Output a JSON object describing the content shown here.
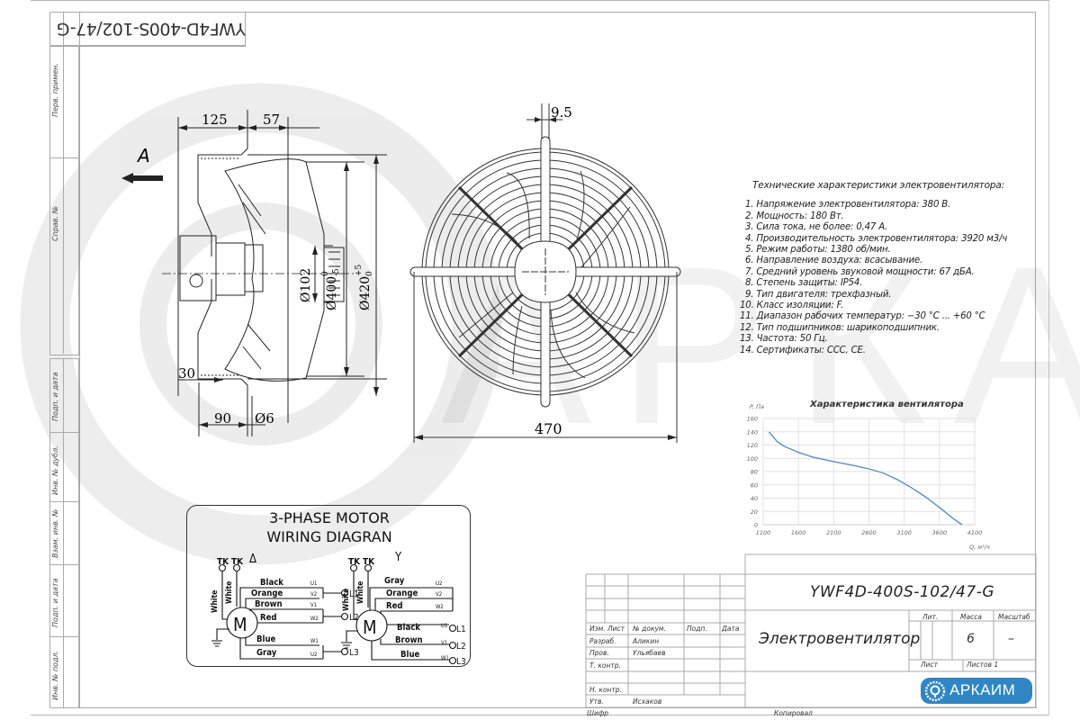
{
  "document": {
    "model_code": "YWF4D-400S-102/47-G",
    "model_code_inverted": "YWF4D-400S-102/47-G",
    "product_name": "Электровентилятор"
  },
  "side_stamps": [
    "Перв. примен.",
    "Справ. №",
    "Подп. и дата",
    "Инв. № дубл.",
    "Взам. инв. №",
    "Подп. и дата",
    "Инв. № подл."
  ],
  "side_view": {
    "direction_label": "A",
    "dimensions": {
      "d125": "125",
      "d57": "57",
      "d30": "30",
      "d90": "90",
      "d6": "Ø6",
      "dia102": "Ø102",
      "dia400": "Ø400",
      "dia400_tol_upper": "0",
      "dia400_tol_lower": "-5",
      "dia420": "Ø420",
      "dia420_tol_upper": "+5",
      "dia420_tol_lower": "0"
    }
  },
  "front_view": {
    "dimensions": {
      "width": "470",
      "bracket": "9.5"
    }
  },
  "specs": {
    "title": "Технические характеристики электровентилятора:",
    "items": [
      "1. Напряжение электровентилятора: 380 В.",
      "2. Мощность: 180 Вт.",
      "3. Сила тока, не более: 0,47 А.",
      "4. Производительность электровентилятора: 3920 м3/ч",
      "5. Режим работы: 1380 об/мин.",
      "6. Направление воздуха: всасывание.",
      "7. Средний уровень звуковой мощности: 67 дБА.",
      "8. Степень защиты: IP54.",
      "9. Тип двигателя: трехфазный.",
      "10. Класс изоляции: F.",
      "11. Диапазон рабочих температур: −30 °С ... +60 °С",
      "12. Тип подшипников: шарикоподшипник.",
      "13. Частота: 50 Гц.",
      "14. Сертификаты: CCC, CE."
    ]
  },
  "chart_data": {
    "type": "line",
    "title": "Характеристика вентилятора",
    "xlabel": "Q, м³/ч",
    "ylabel": "P, Па",
    "xlim": [
      1100,
      4100
    ],
    "ylim": [
      0,
      160
    ],
    "xticks": [
      "1100",
      "1600",
      "2100",
      "2600",
      "3100",
      "3600",
      "4100"
    ],
    "yticks": [
      "0",
      "20",
      "40",
      "60",
      "80",
      "100",
      "120",
      "140",
      "160"
    ],
    "grid": true,
    "color": "#5b8fc7",
    "series": [
      {
        "name": "P(Q)",
        "x": [
          1180,
          1300,
          1400,
          1600,
          1800,
          2100,
          2400,
          2600,
          2800,
          3000,
          3200,
          3400,
          3600,
          3800,
          3920
        ],
        "y": [
          140,
          125,
          118,
          109,
          102,
          95,
          89,
          84,
          78,
          68,
          56,
          42,
          26,
          9,
          0
        ]
      }
    ]
  },
  "wiring": {
    "title_line1": "3-PHASE MOTOR",
    "title_line2": "WIRING DIAGRAN",
    "delta": {
      "symbol": "Δ",
      "tk1": "TK",
      "tk2": "TK",
      "white1": "White",
      "white2": "White",
      "motor": "M",
      "wires": [
        {
          "color": "Black",
          "term": "U1"
        },
        {
          "color": "Orange",
          "term": "V2"
        },
        {
          "color": "Brown",
          "term": "V1"
        },
        {
          "color": "Red",
          "term": "W2"
        },
        {
          "color": "Blue",
          "term": "W1"
        },
        {
          "color": "Gray",
          "term": "U2"
        }
      ],
      "lines": [
        "L1",
        "L2",
        "L3"
      ]
    },
    "star": {
      "symbol": "Y",
      "tk1": "TK",
      "tk2": "TK",
      "white1": "White",
      "white2": "White",
      "motor": "M",
      "wires": [
        {
          "color": "Gray",
          "term": "U2"
        },
        {
          "color": "Orange",
          "term": "V2"
        },
        {
          "color": "Red",
          "term": "W2"
        },
        {
          "color": "Black",
          "term": "U1"
        },
        {
          "color": "Brown",
          "term": "V1"
        },
        {
          "color": "Blue",
          "term": "W1"
        }
      ],
      "lines": [
        "L1",
        "L2",
        "L3"
      ]
    }
  },
  "title_block": {
    "headers": [
      "Изм.",
      "Лист",
      "№ докум.",
      "Подп.",
      "Дата"
    ],
    "rows": [
      {
        "role": "Разраб.",
        "name": "Аликин"
      },
      {
        "role": "Пров.",
        "name": "Ульябаев"
      },
      {
        "role": "Т. контр.",
        "name": ""
      },
      {
        "role": "",
        "name": ""
      },
      {
        "role": "Н. контр.",
        "name": ""
      },
      {
        "role": "Утв.",
        "name": "Исхаков"
      }
    ],
    "lit_label": "Лит.",
    "mass_label": "Масса",
    "scale_label": "Масштаб",
    "mass_value": "6",
    "scale_value": "–",
    "sheet_label": "Лист",
    "sheets_label": "Листов 1",
    "cipher_label": "Шифр",
    "copied_label": "Копировал",
    "company": "АРКАИМ",
    "brand_color": "#2f86c4"
  },
  "watermark": "АРКАИМ"
}
